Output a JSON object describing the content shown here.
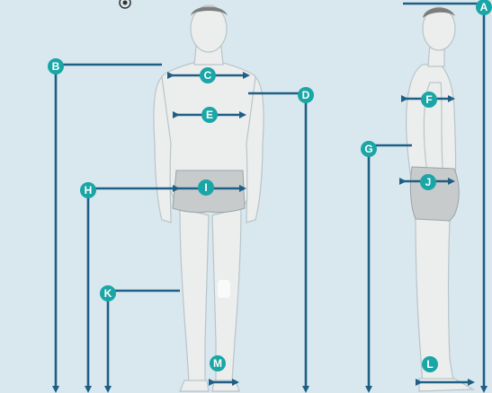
{
  "colors": {
    "background": "#d9e8ee",
    "accent": "#1aa6a6",
    "arrow": "#1f5f85",
    "skin": "#eceeee",
    "skin_outline": "#b8c4c8",
    "hair": "#7d7d7d",
    "underwear": "#c8cbcc"
  },
  "icons": {
    "corner_mark": "swirl-logo-icon"
  },
  "labels": {
    "A": "A",
    "B": "B",
    "C": "C",
    "D": "D",
    "E": "E",
    "F": "F",
    "G": "G",
    "H": "H",
    "I": "I",
    "J": "J",
    "K": "K",
    "L": "L",
    "M": "M"
  }
}
